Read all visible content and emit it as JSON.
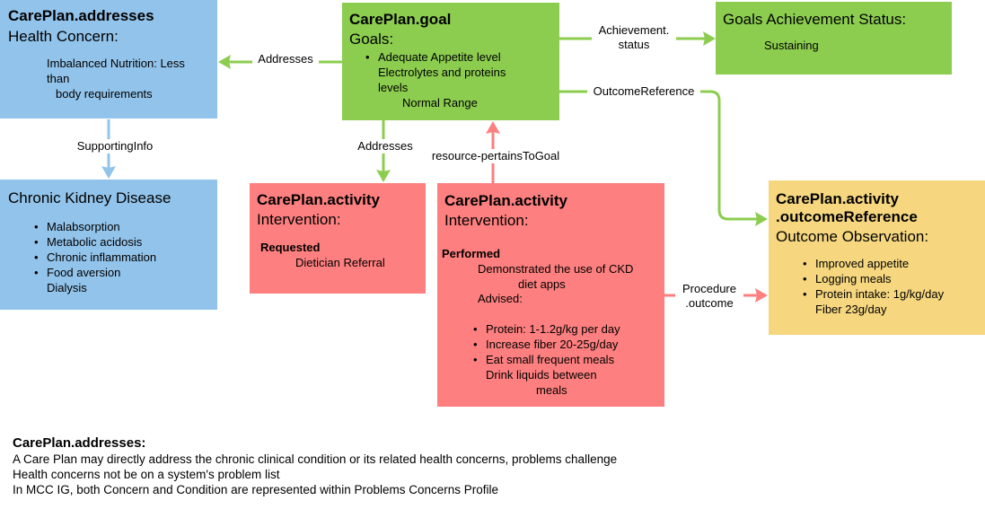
{
  "colors": {
    "blue": "#92c3ea",
    "green": "#8ccd4f",
    "red": "#fe7f7f",
    "yellow": "#f6d77f",
    "edge_green": "#8ccd4f",
    "edge_blue": "#92c3ea",
    "edge_red": "#fe7f7f"
  },
  "addresses_box": {
    "title": "CarePlan.addresses",
    "subtitle": "Health Concern:",
    "line1": "Imbalanced Nutrition: Less",
    "line2": "than",
    "line3": "body requirements"
  },
  "goal_box": {
    "title": "CarePlan.goal",
    "subtitle": "Goals:",
    "items": [
      "Adequate Appetite level",
      "Electrolytes and proteins",
      "levels",
      "Normal Range"
    ]
  },
  "status_box": {
    "title": "Goals Achievement Status:",
    "value": "Sustaining"
  },
  "ckd_box": {
    "title": "Chronic Kidney Disease",
    "items": [
      "Malabsorption",
      "Metabolic acidosis",
      "Chronic inflammation",
      "Food aversion",
      "Dialysis"
    ]
  },
  "activity1_box": {
    "title": "CarePlan.activity",
    "subtitle": "Intervention:",
    "status": "Requested",
    "detail": "Dietician Referral"
  },
  "activity2_box": {
    "title": "CarePlan.activity",
    "subtitle": "Intervention:",
    "status": "Performed",
    "line1": "Demonstrated the use of CKD",
    "line2": "diet apps",
    "line3": "Advised:",
    "items": [
      "Protein: 1-1.2g/kg per day",
      "Increase fiber 20-25g/day",
      "Eat small frequent meals",
      "Drink liquids between",
      "meals"
    ]
  },
  "outcome_box": {
    "title1": "CarePlan.activity",
    "title2": ".outcomeReference",
    "subtitle": "Outcome Observation:",
    "items": [
      "Improved appetite",
      "Logging meals",
      "Protein intake: 1g/kg/day",
      "Fiber 23g/day"
    ]
  },
  "edges": {
    "addresses1": "Addresses",
    "addresses2": "Addresses",
    "supporting": "SupportingInfo",
    "achievement1": "Achievement.",
    "achievement2": "status",
    "outcome_ref": "OutcomeReference",
    "pertains": "resource-pertainsToGoal",
    "procedure1": "Procedure",
    "procedure2": ".outcome"
  },
  "note": {
    "title": "CarePlan.addresses:",
    "line1": "A Care Plan may directly address the chronic clinical condition or its related health concerns, problems challenge",
    "line2": "Health concerns not be on a system's problem list",
    "line3": "In MCC IG, both Concern and Condition are represented within Problems Concerns Profile"
  }
}
